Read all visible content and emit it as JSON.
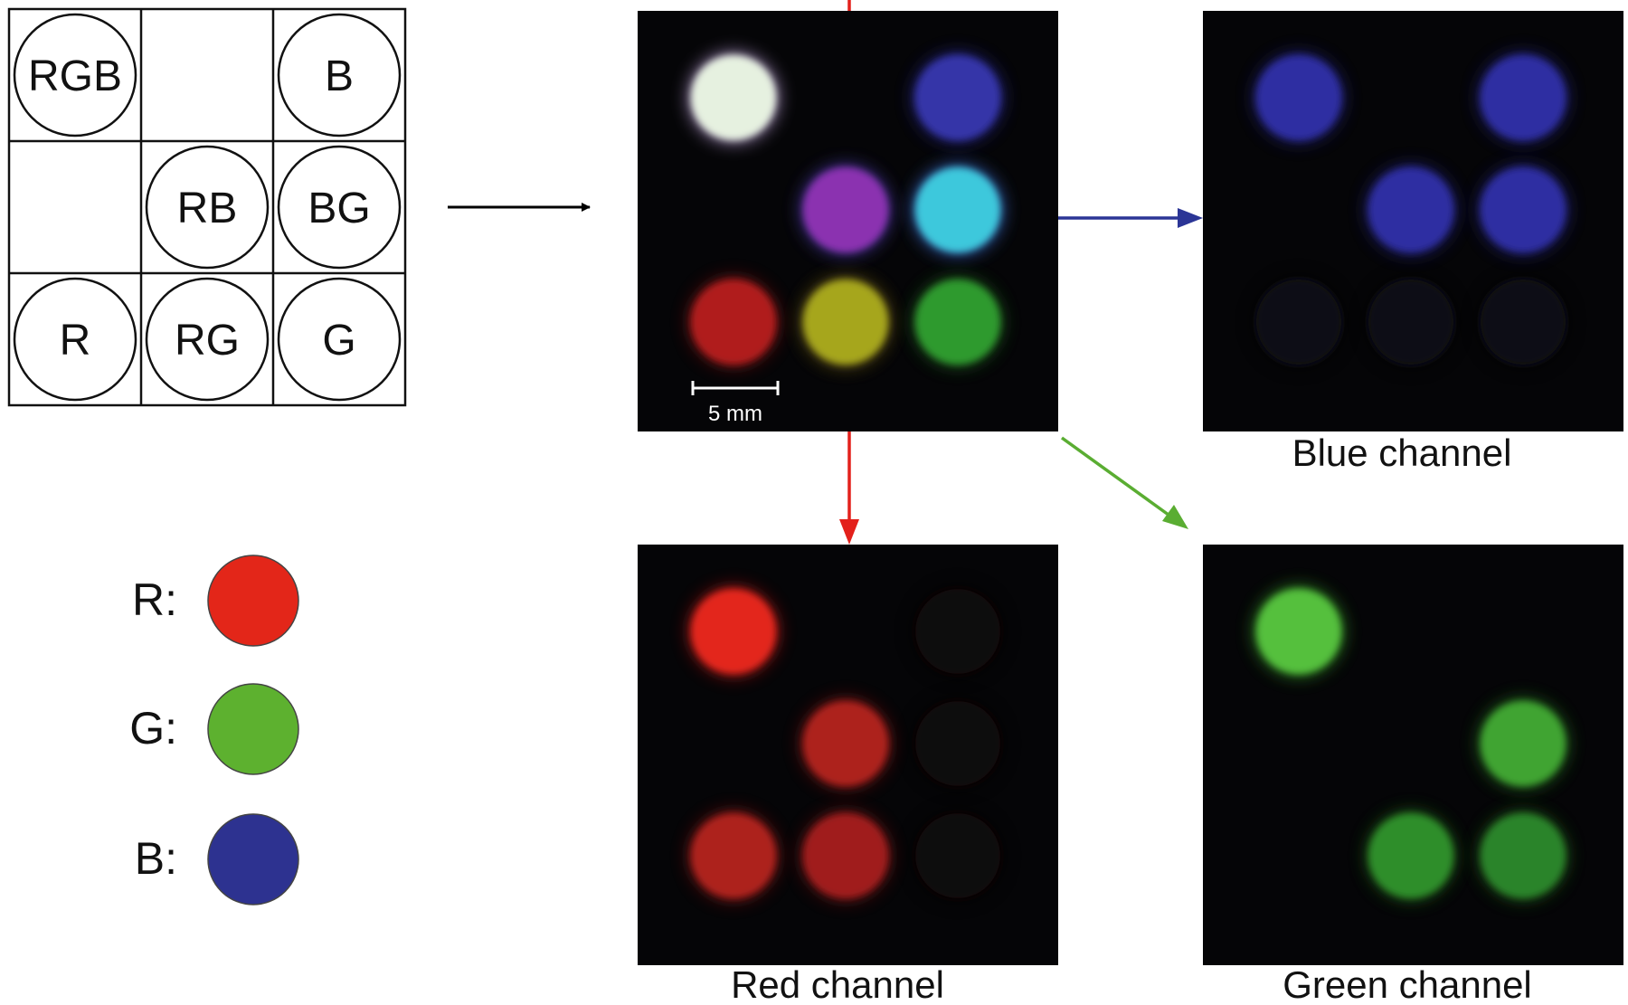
{
  "grid": {
    "cells": [
      {
        "row": 0,
        "col": 0,
        "label": "RGB"
      },
      {
        "row": 0,
        "col": 1,
        "label": ""
      },
      {
        "row": 0,
        "col": 2,
        "label": "B"
      },
      {
        "row": 1,
        "col": 0,
        "label": ""
      },
      {
        "row": 1,
        "col": 1,
        "label": "RB"
      },
      {
        "row": 1,
        "col": 2,
        "label": "BG"
      },
      {
        "row": 2,
        "col": 0,
        "label": "R"
      },
      {
        "row": 2,
        "col": 1,
        "label": "RG"
      },
      {
        "row": 2,
        "col": 2,
        "label": "G"
      }
    ]
  },
  "legend": {
    "items": [
      {
        "label": "R:",
        "color": "#e32619"
      },
      {
        "label": "G:",
        "color": "#5db12f"
      },
      {
        "label": "B:",
        "color": "#2d3290"
      }
    ]
  },
  "colors": {
    "panel_bg": "#050507",
    "arrow_black": "#000000",
    "arrow_blue": "#2b3596",
    "arrow_red": "#e3201b",
    "arrow_green": "#5aad32"
  },
  "panels": {
    "composite": {
      "scale_label": "5 mm",
      "dots": [
        {
          "row": 0,
          "col": 0,
          "color": "#e6f1e0",
          "glow": "#b49ad0"
        },
        {
          "row": 0,
          "col": 2,
          "color": "#3636a8",
          "glow": "#28288a"
        },
        {
          "row": 1,
          "col": 1,
          "color": "#8b32b0",
          "glow": "#4a3aa8"
        },
        {
          "row": 1,
          "col": 2,
          "color": "#3ec8dc",
          "glow": "#3a6cd0"
        },
        {
          "row": 2,
          "col": 0,
          "color": "#b01f1c",
          "glow": "#7a1412"
        },
        {
          "row": 2,
          "col": 1,
          "color": "#a6a61e",
          "glow": "#6c5a14"
        },
        {
          "row": 2,
          "col": 2,
          "color": "#2e9a2e",
          "glow": "#1c5c1c"
        }
      ]
    },
    "blue": {
      "caption": "Blue channel",
      "dots": [
        {
          "row": 0,
          "col": 0,
          "color": "#2f2fa2",
          "glow": "#22227a"
        },
        {
          "row": 0,
          "col": 2,
          "color": "#2f2fa2",
          "glow": "#22227a"
        },
        {
          "row": 1,
          "col": 1,
          "color": "#2f2fa2",
          "glow": "#22227a"
        },
        {
          "row": 1,
          "col": 2,
          "color": "#2f2fa2",
          "glow": "#22227a"
        },
        {
          "row": 2,
          "col": 0,
          "color": "#0b0b18",
          "glow": "#09090f"
        },
        {
          "row": 2,
          "col": 1,
          "color": "#0b0b18",
          "glow": "#09090f"
        },
        {
          "row": 2,
          "col": 2,
          "color": "#0b0b18",
          "glow": "#09090f"
        }
      ]
    },
    "red": {
      "caption": "Red channel",
      "dots": [
        {
          "row": 0,
          "col": 0,
          "color": "#e3261c",
          "glow": "#a41812"
        },
        {
          "row": 0,
          "col": 2,
          "color": "#0c0707",
          "glow": "#080505"
        },
        {
          "row": 1,
          "col": 1,
          "color": "#ad211c",
          "glow": "#7a1512"
        },
        {
          "row": 1,
          "col": 2,
          "color": "#0c0707",
          "glow": "#080505"
        },
        {
          "row": 2,
          "col": 0,
          "color": "#ad211c",
          "glow": "#7a1512"
        },
        {
          "row": 2,
          "col": 1,
          "color": "#a01f1c",
          "glow": "#701412"
        },
        {
          "row": 2,
          "col": 2,
          "color": "#0c0707",
          "glow": "#080505"
        }
      ]
    },
    "green": {
      "caption": "Green channel",
      "dots": [
        {
          "row": 0,
          "col": 0,
          "color": "#54c03c",
          "glow": "#2f8a24"
        },
        {
          "row": 1,
          "col": 2,
          "color": "#3fa432",
          "glow": "#226a1c"
        },
        {
          "row": 2,
          "col": 1,
          "color": "#2f8e2a",
          "glow": "#1a5a18"
        },
        {
          "row": 2,
          "col": 2,
          "color": "#2c842a",
          "glow": "#1a5418"
        }
      ]
    }
  }
}
